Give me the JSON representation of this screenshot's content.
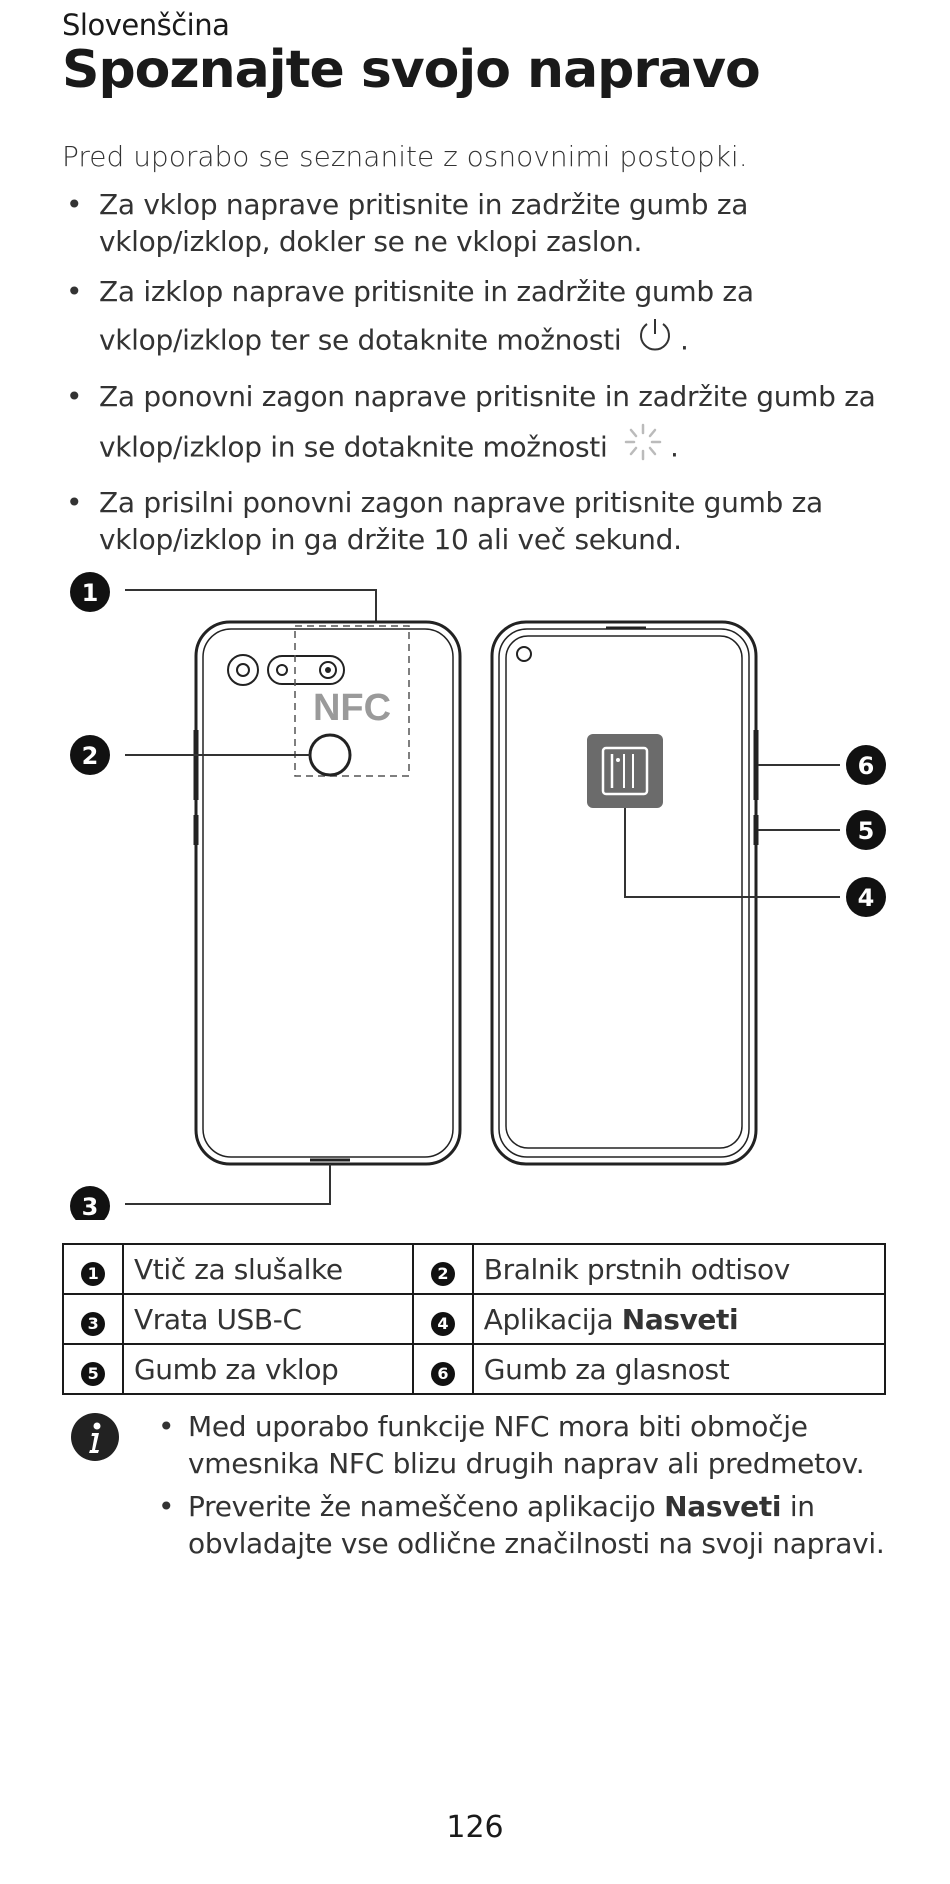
{
  "header": {
    "language": "Slovenščina",
    "title": "Spoznajte svojo napravo"
  },
  "intro": "Pred uporabo se seznanite z osnovnimi postopki.",
  "bullets": [
    {
      "text": "Za vklop naprave pritisnite in zadržite gumb za vklop/izklop, dokler se ne vklopi zaslon."
    },
    {
      "text": "Za izklop naprave pritisnite in zadržite gumb za vklop/izklop ter se dotaknite možnosti",
      "icon": "power-icon",
      "suffix": "."
    },
    {
      "text": "Za ponovni zagon naprave pritisnite in zadržite gumb za vklop/izklop in se dotaknite možnosti",
      "icon": "restart-icon",
      "suffix": "."
    },
    {
      "text": "Za prisilni ponovni zagon naprave pritisnite gumb za vklop/izklop in ga držite 10 ali več sekund."
    }
  ],
  "diagram": {
    "nfc_label": "NFC",
    "callouts": [
      "1",
      "2",
      "3",
      "4",
      "5",
      "6"
    ]
  },
  "parts_table": [
    [
      {
        "num": "1",
        "label": "Vtič za slušalke"
      },
      {
        "num": "2",
        "label": "Bralnik prstnih odtisov"
      }
    ],
    [
      {
        "num": "3",
        "label": "Vrata USB-C"
      },
      {
        "num": "4",
        "label": "Aplikacija ",
        "bold": "Nasveti"
      }
    ],
    [
      {
        "num": "5",
        "label": "Gumb za vklop"
      },
      {
        "num": "6",
        "label": "Gumb za glasnost"
      }
    ]
  ],
  "notes": [
    {
      "text": "Med uporabo funkcije NFC mora biti območje vmesnika NFC blizu drugih naprav ali predmetov."
    },
    {
      "text": "Preverite že nameščeno aplikacijo ",
      "bold": "Nasveti",
      "suffix": " in obvladajte vse odlične značilnosti na svoji napravi."
    }
  ],
  "note_icon": "info-icon",
  "page_number": "126"
}
